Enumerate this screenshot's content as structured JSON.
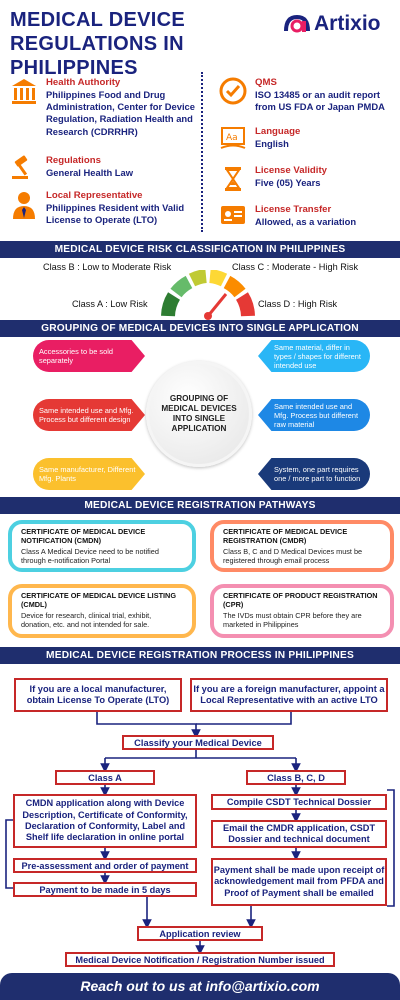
{
  "header": {
    "title_line1": "MEDICAL DEVICE",
    "title_line2": "REGULATIONS IN PHILIPPINES",
    "logo_text": "Artixio"
  },
  "info_left": [
    {
      "icon": "government-building-icon",
      "label": "Health Authority",
      "value": "Philippines Food and Drug Administration, Center for Device Regulation, Radiation Health and Research (CDRRHR)"
    },
    {
      "icon": "gavel-icon",
      "label": "Regulations",
      "value": "General Health Law"
    },
    {
      "icon": "businessman-icon",
      "label": "Local Representative",
      "value": "Philippines Resident with Valid License to Operate (LTO)"
    }
  ],
  "info_right": [
    {
      "icon": "quality-badge-icon",
      "label": "QMS",
      "value": "ISO 13485 or an audit report from US FDA or Japan PMDA"
    },
    {
      "icon": "language-book-icon",
      "label": "Language",
      "value": "English"
    },
    {
      "icon": "hourglass-icon",
      "label": "License Validity",
      "value": "Five (05) Years"
    },
    {
      "icon": "id-card-icon",
      "label": "License Transfer",
      "value": "Allowed, as a variation"
    }
  ],
  "risk": {
    "heading": "MEDICAL DEVICE RISK CLASSIFICATION IN PHILIPPINES",
    "class_b": "Class B : Low to Moderate Risk",
    "class_c": "Class C : Moderate - High Risk",
    "class_a": "Class A : Low Risk",
    "class_d": "Class D : High Risk"
  },
  "grouping": {
    "heading": "GROUPING OF MEDICAL DEVICES INTO SINGLE APPLICATION",
    "center": "GROUPING OF MEDICAL DEVICES INTO SINGLE APPLICATION",
    "left": [
      {
        "text": "Accessories to be sold separately",
        "color": "#e91e63"
      },
      {
        "text": "Same intended use and Mfg. Process but different design",
        "color": "#e53935"
      },
      {
        "text": "Same manufacturer, Different Mfg. Plants",
        "color": "#fbc02d"
      }
    ],
    "right": [
      {
        "text": "Same material, differ in types / shapes for different intended use",
        "color": "#29b6f6"
      },
      {
        "text": "Same intended use and Mfg. Process but different raw material",
        "color": "#1e88e5"
      },
      {
        "text": "System, one part requires one / more part to function",
        "color": "#1a3a7a"
      }
    ]
  },
  "pathways": {
    "heading": "MEDICAL DEVICE REGISTRATION PATHWAYS",
    "cards": [
      {
        "title": "CERTIFICATE OF MEDICAL DEVICE NOTIFICATION (CMDN)",
        "desc": "Class A Medical Device need to be notified through e-notification Portal",
        "color": "#4dd0e1"
      },
      {
        "title": "CERTIFICATE OF MEDICAL DEVICE REGISTRATION (CMDR)",
        "desc": "Class B, C and D Medical Devices must be registered through email process",
        "color": "#ff8a65"
      },
      {
        "title": "CERTIFICATE OF MEDICAL DEVICE LISTING (CMDL)",
        "desc": "Device for research, clinical trial, exhibit, donation, etc. and not intended for sale.",
        "color": "#ffb74d"
      },
      {
        "title": "CERTIFICATE OF PRODUCT REGISTRATION (CPR)",
        "desc": "The IVDs must obtain CPR before they are marketed in Philippines",
        "color": "#f48fb1"
      }
    ]
  },
  "process": {
    "heading": "MEDICAL DEVICE REGISTRATION PROCESS IN PHILIPPINES",
    "local": "If you are a local manufacturer, obtain License To Operate (LTO)",
    "foreign": "If you are a foreign manufacturer, appoint a Local Representative with an active LTO",
    "classify": "Classify your Medical Device",
    "class_a": "Class A",
    "class_bcd": "Class B, C, D",
    "a_steps": [
      "CMDN application along with Device Description, Certificate of Conformity, Declaration of Conformity, Label and Shelf life declaration in online portal",
      "Pre-assessment and order of payment",
      "Payment to be made in 5 days"
    ],
    "b_steps": [
      "Compile CSDT Technical Dossier",
      "Email the CMDR application, CSDT Dossier and technical document",
      "Payment shall be made upon receipt of acknowledgement mail from PFDA and Proof of Payment shall be emailed"
    ],
    "review": "Application review",
    "issued": "Medical Device Notification / Registration Number issued"
  },
  "footer": {
    "cta": "Reach out to us at info@artixio.com"
  },
  "colors": {
    "navy": "#1f2e6e",
    "red": "#c62828",
    "text_blue": "#1a237e",
    "arrow": "#1a237e"
  }
}
